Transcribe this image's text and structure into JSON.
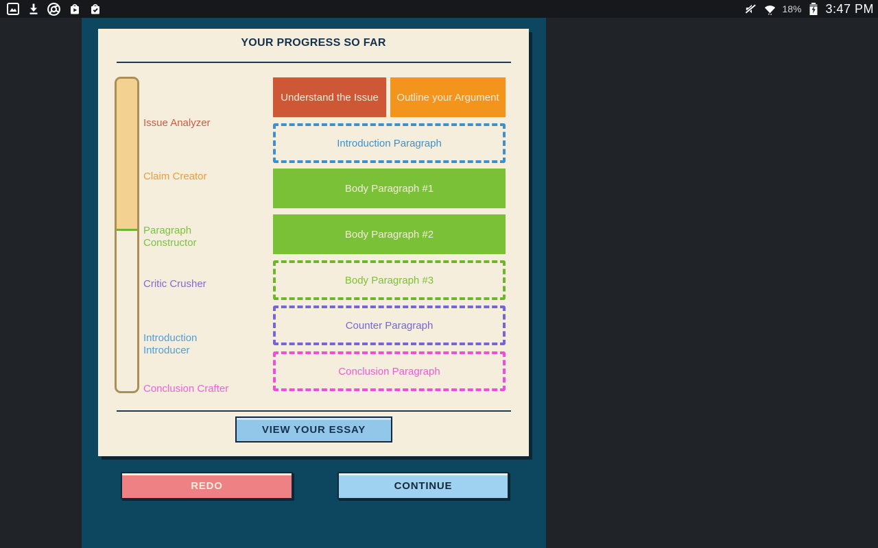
{
  "status_bar": {
    "time": "3:47 PM",
    "battery_percent": "18%",
    "icons_left": [
      "gallery-icon",
      "download-icon",
      "chrome-icon",
      "play-store-icon",
      "bag-check-icon"
    ],
    "icons_right": [
      "volume-muted-icon",
      "wifi-icon",
      "battery-charging-icon"
    ]
  },
  "card": {
    "title": "YOUR PROGRESS SO FAR",
    "progress_fill_percent": 48.7,
    "stages": [
      {
        "label": "Issue Analyzer",
        "color": "#cd5b42"
      },
      {
        "label": "Claim Creator",
        "color": "#f09b38"
      },
      {
        "label": "Paragraph Constructor",
        "color": "#7cc144"
      },
      {
        "label": "Critic Crusher",
        "color": "#8168d8"
      },
      {
        "label": "Introduction Introducer",
        "color": "#4f9ed8"
      },
      {
        "label": "Conclusion Crafter",
        "color": "#f160d8"
      }
    ],
    "boxes": [
      {
        "label": "Understand the Issue",
        "style": "solid",
        "color": "#ce5836"
      },
      {
        "label": "Outline your Argument",
        "style": "solid",
        "color": "#f3941d"
      },
      {
        "label": "Introduction Paragraph",
        "style": "dashed",
        "color": "#3f90c8"
      },
      {
        "label": "Body Paragraph #1",
        "style": "solid",
        "color": "#7ac138"
      },
      {
        "label": "Body Paragraph #2",
        "style": "solid",
        "color": "#7ac138"
      },
      {
        "label": "Body Paragraph #3",
        "style": "dashed",
        "color": "#6cb52d"
      },
      {
        "label": "Counter Paragraph",
        "style": "dashed",
        "color": "#7466d6"
      },
      {
        "label": "Conclusion Paragraph",
        "style": "dashed",
        "color": "#ed50d8"
      }
    ],
    "view_essay_label": "VIEW YOUR ESSAY"
  },
  "footer": {
    "redo_label": "REDO",
    "continue_label": "CONTINUE"
  },
  "colors": {
    "status_bar_bg": "#16181b",
    "outer_bg": "#202428",
    "panel_bg": "#0d465f",
    "card_bg": "#f5eedd",
    "title_navy": "#15314b",
    "bar_fill": "#f3d191",
    "bar_border": "#ab8f55",
    "bar_marker_green": "#6cb52d",
    "button_blue": "#9fd2f0",
    "button_salmon": "#ee8183"
  }
}
